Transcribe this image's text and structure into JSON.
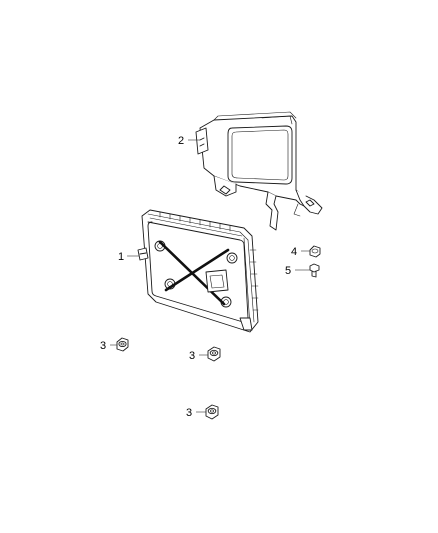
{
  "callouts": [
    {
      "id": "bracket",
      "label": "2"
    },
    {
      "id": "module",
      "label": "1"
    },
    {
      "id": "nut-upper",
      "label": "4"
    },
    {
      "id": "bolt",
      "label": "5"
    },
    {
      "id": "nut-left",
      "label": "3"
    },
    {
      "id": "nut-center",
      "label": "3"
    },
    {
      "id": "nut-lower",
      "label": "3"
    }
  ]
}
